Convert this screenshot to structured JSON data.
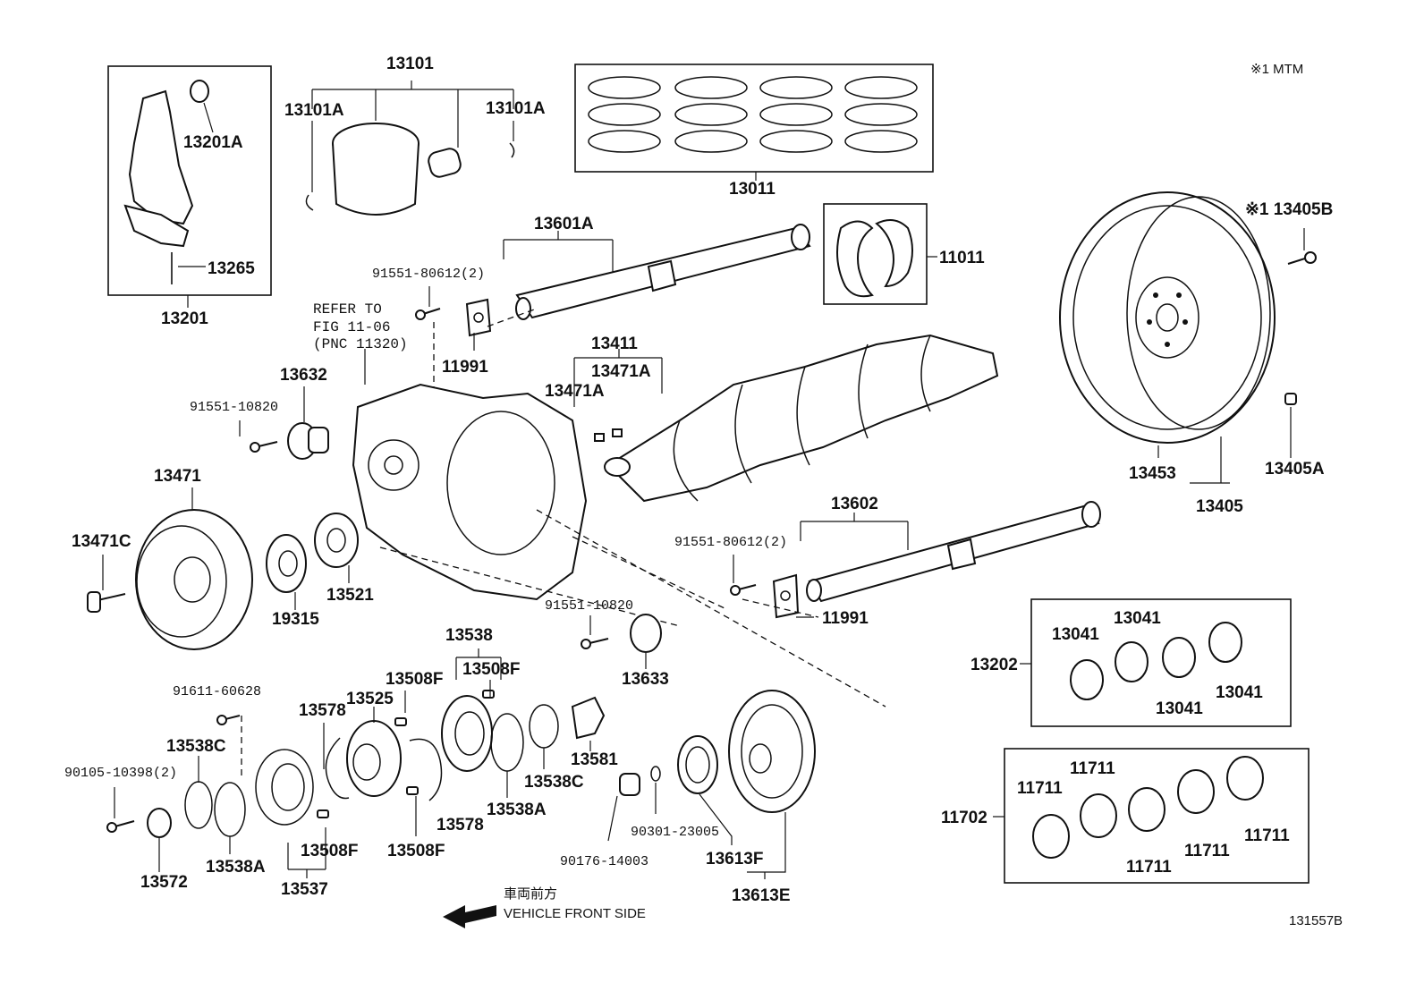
{
  "notes": {
    "mtm": "※1 MTM",
    "diagram_id": "131557B",
    "front_jp": "車両前方",
    "front_en": "VEHICLE FRONT SIDE",
    "refer1": "REFER TO",
    "refer2": "FIG 11-06",
    "refer3": "(PNC 11320)"
  },
  "labels": {
    "p13101": "13101",
    "p13101A_l": "13101A",
    "p13101A_r": "13101A",
    "p13201A": "13201A",
    "p13265": "13265",
    "p13201": "13201",
    "p13011": "13011",
    "p13601A": "13601A",
    "p11011": "11011",
    "p91551_80612_a": "91551-80612(2)",
    "p11991_a": "11991",
    "p13411": "13411",
    "p13471A_a": "13471A",
    "p13471A_b": "13471A",
    "p13632": "13632",
    "p91551_10820_a": "91551-10820",
    "p13471": "13471",
    "p13471C": "13471C",
    "p19315": "19315",
    "p13521": "13521",
    "p13602": "13602",
    "p91551_80612_b": "91551-80612(2)",
    "p11991_b": "11991",
    "p13405B": "※1 13405B",
    "p13453": "13453",
    "p13405": "13405",
    "p13405A": "13405A",
    "p91551_10820_b": "91551-10820",
    "p13633": "13633",
    "p13538": "13538",
    "p13508F_a": "13508F",
    "p13508F_b": "13508F",
    "p13525": "13525",
    "p13578_a": "13578",
    "p91611_60628": "91611-60628",
    "p13538C_a": "13538C",
    "p90105_10398": "90105-10398(2)",
    "p13572": "13572",
    "p13538A_a": "13538A",
    "p13537": "13537",
    "p13508F_c": "13508F",
    "p13508F_d": "13508F",
    "p13578_b": "13578",
    "p13538A_b": "13538A",
    "p13538C_b": "13538C",
    "p13581": "13581",
    "p90176_14003": "90176-14003",
    "p90301_23005": "90301-23005",
    "p13613F": "13613F",
    "p13613E": "13613E",
    "p13202": "13202",
    "p13041_a": "13041",
    "p13041_b": "13041",
    "p13041_c": "13041",
    "p13041_d": "13041",
    "p11702": "11702",
    "p11711_a": "11711",
    "p11711_b": "11711",
    "p11711_c": "11711",
    "p11711_d": "11711",
    "p11711_e": "11711"
  }
}
